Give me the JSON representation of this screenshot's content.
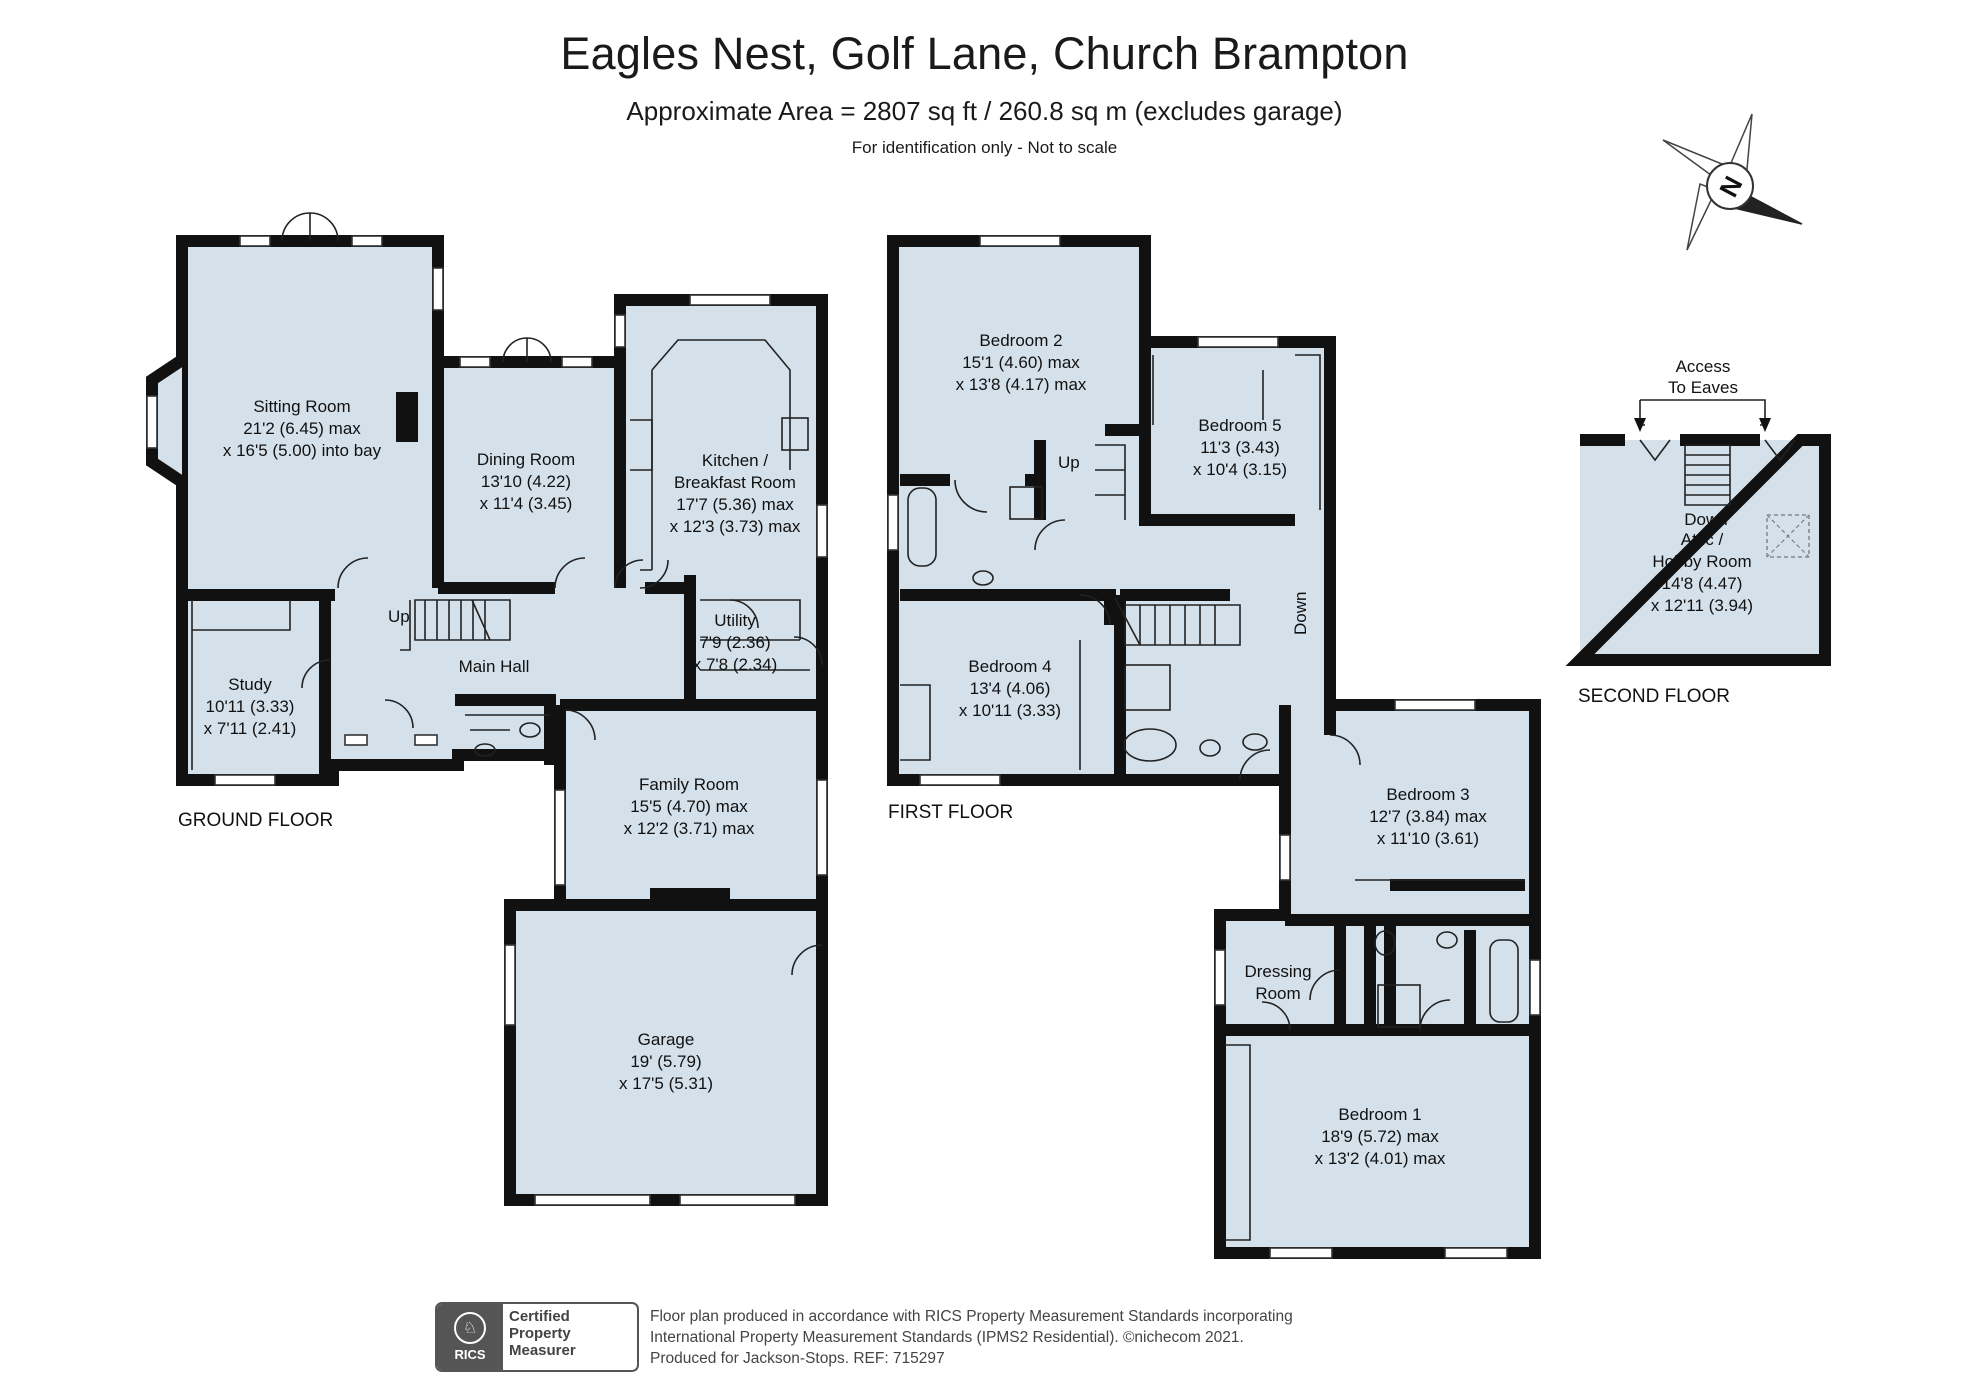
{
  "header": {
    "title": "Eagles Nest, Golf Lane, Church Brampton",
    "subtitle": "Approximate Area = 2807 sq ft / 260.8 sq m (excludes garage)",
    "note": "For identification only - Not to scale"
  },
  "compass": {
    "letter": "N"
  },
  "floors": {
    "ground": "GROUND FLOOR",
    "first": "FIRST FLOOR",
    "second": "SECOND FLOOR"
  },
  "rooms": {
    "sitting": [
      "Sitting Room",
      "21'2 (6.45) max",
      "x 16'5 (5.00) into bay"
    ],
    "dining": [
      "Dining Room",
      "13'10 (4.22)",
      "x 11'4 (3.45)"
    ],
    "kitchen": [
      "Kitchen /",
      "Breakfast Room",
      "17'7 (5.36) max",
      "x 12'3 (3.73) max"
    ],
    "utility": [
      "Utility",
      "7'9 (2.36)",
      "x 7'8 (2.34)"
    ],
    "study": [
      "Study",
      "10'11 (3.33)",
      "x 7'11 (2.41)"
    ],
    "main_hall": "Main Hall",
    "family": [
      "Family Room",
      "15'5 (4.70) max",
      "x 12'2 (3.71) max"
    ],
    "garage": [
      "Garage",
      "19' (5.79)",
      "x 17'5 (5.31)"
    ],
    "bedroom2": [
      "Bedroom 2",
      "15'1 (4.60) max",
      "x 13'8 (4.17) max"
    ],
    "bedroom5": [
      "Bedroom 5",
      "11'3 (3.43)",
      "x 10'4 (3.15)"
    ],
    "bedroom4": [
      "Bedroom 4",
      "13'4 (4.06)",
      "x 10'11 (3.33)"
    ],
    "bedroom3": [
      "Bedroom 3",
      "12'7 (3.84) max",
      "x 11'10 (3.61)"
    ],
    "dressing": [
      "Dressing",
      "Room"
    ],
    "bedroom1": [
      "Bedroom 1",
      "18'9 (5.72) max",
      "x 13'2 (4.01) max"
    ],
    "attic": [
      "Attic /",
      "Hobby Room",
      "14'8 (4.47)",
      "x 12'11 (3.94)"
    ]
  },
  "labels": {
    "up_ground": "Up",
    "up_first": "Up",
    "down_first": "Down",
    "down_second": "Down",
    "access": [
      "Access",
      "To Eaves"
    ]
  },
  "footer": {
    "rics": {
      "logo": "RICS",
      "lines": [
        "Certified",
        "Property",
        "Measurer"
      ]
    },
    "text": [
      "Floor plan produced in accordance with RICS Property Measurement Standards incorporating",
      "International Property Measurement Standards (IPMS2 Residential).  ©nichecom 2021.",
      "Produced for Jackson-Stops.   REF:  715297"
    ]
  }
}
